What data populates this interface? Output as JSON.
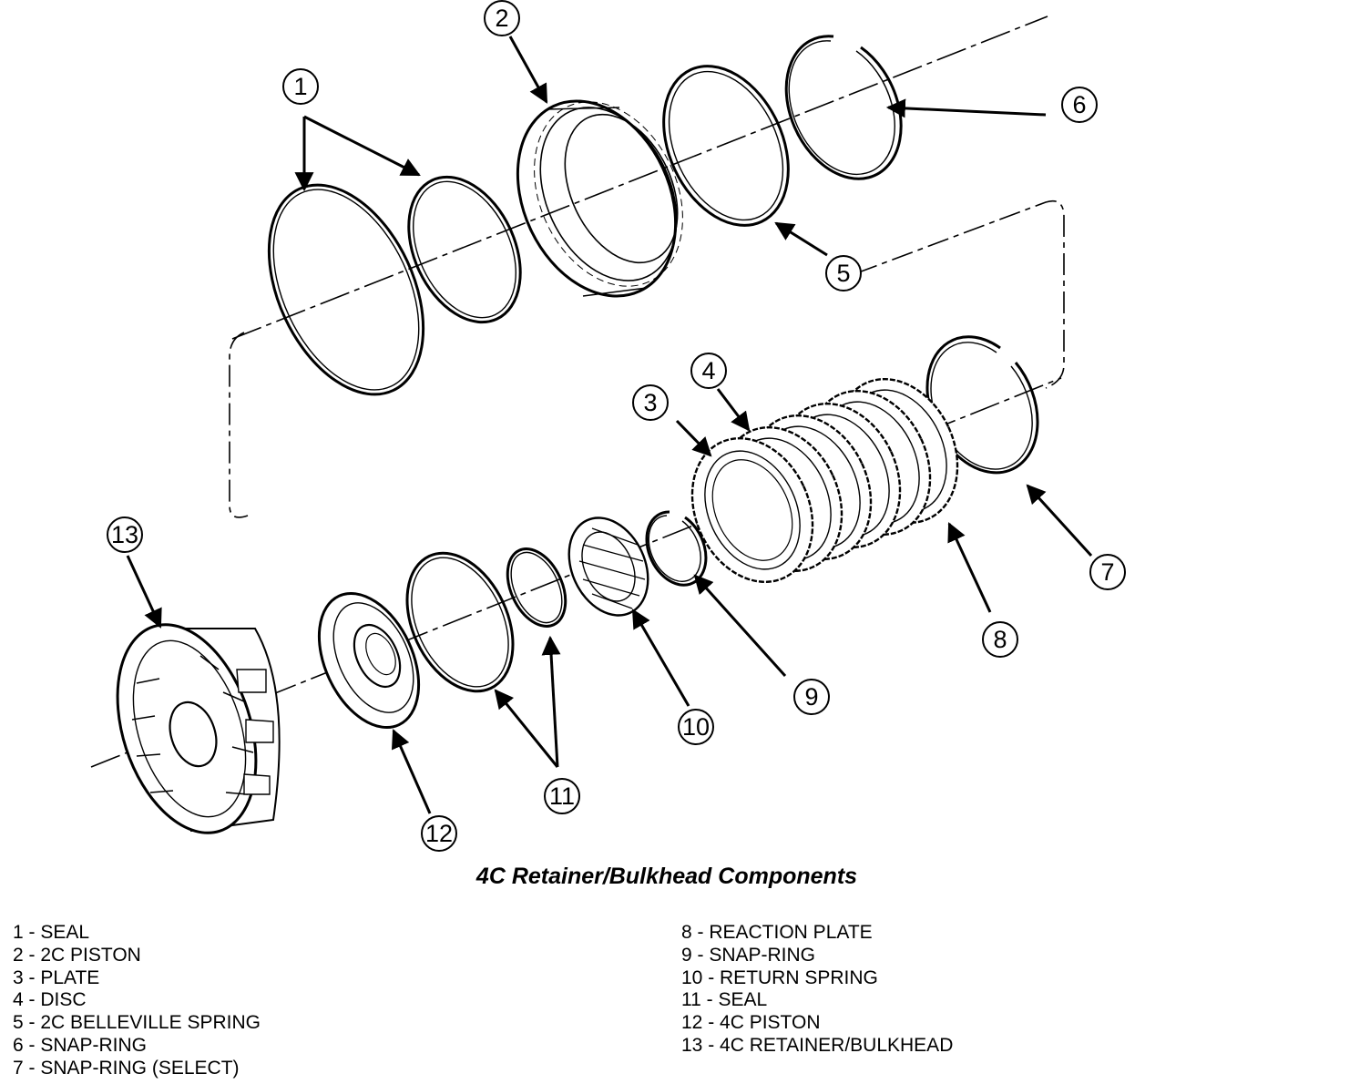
{
  "callouts": [
    "1",
    "2",
    "3",
    "4",
    "5",
    "6",
    "7",
    "8",
    "9",
    "10",
    "11",
    "12",
    "13"
  ],
  "caption": "4C Retainer/Bulkhead Components",
  "legend_left": [
    "1 - SEAL",
    "2 - 2C PISTON",
    "3 - PLATE",
    "4 - DISC",
    "5 - 2C BELLEVILLE SPRING",
    "6 - SNAP-RING",
    "7 - SNAP-RING (SELECT)"
  ],
  "legend_right": [
    "8 - REACTION PLATE",
    "9 - SNAP-RING",
    "10 - RETURN SPRING",
    "11 - SEAL",
    "12 - 4C PISTON",
    "13 - 4C RETAINER/BULKHEAD"
  ]
}
